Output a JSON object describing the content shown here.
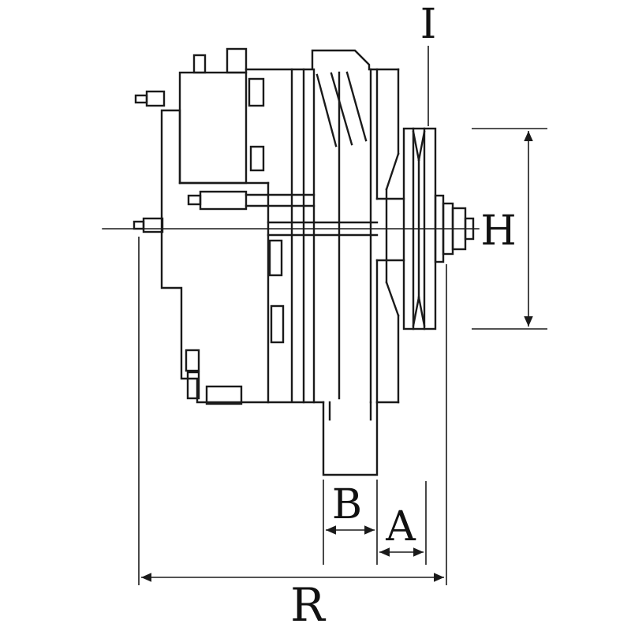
{
  "figure": {
    "background_color": "#ffffff",
    "line_color": "#1a1a1a",
    "dimension_labels": {
      "i": "I",
      "h": "H",
      "b": "B",
      "a": "A",
      "r": "R"
    }
  }
}
